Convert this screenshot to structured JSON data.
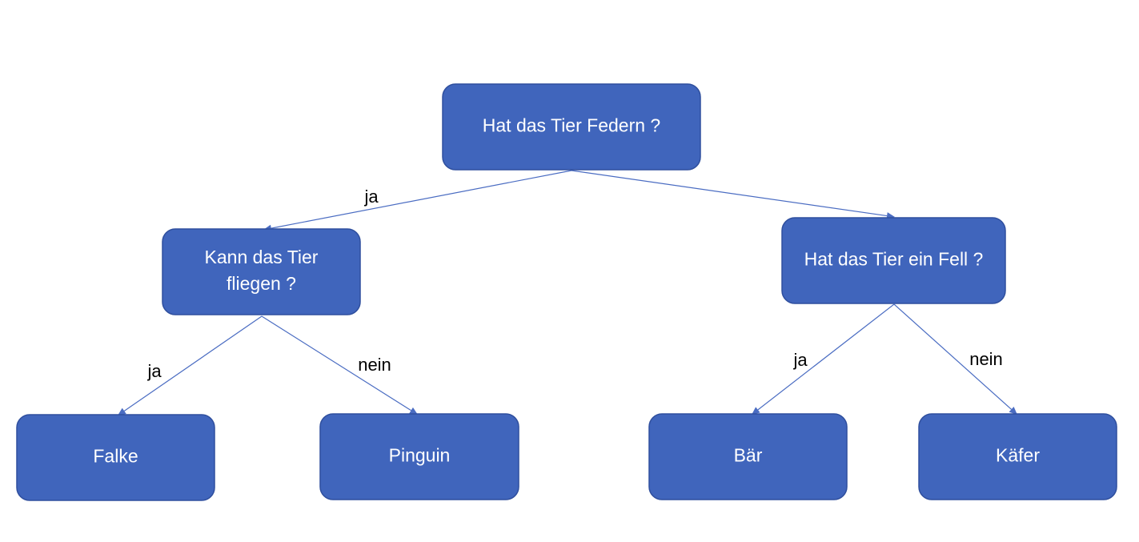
{
  "diagram": {
    "colors": {
      "node_fill": "#4065bc",
      "node_border": "#2f4f9e",
      "node_text": "#ffffff",
      "edge": "#4a6cc2",
      "edge_label": "#000000",
      "background": "#ffffff"
    },
    "nodes": {
      "root": {
        "lines": [
          "Hat das Tier Federn ?"
        ]
      },
      "q_fly": {
        "lines": [
          "Kann das Tier",
          "fliegen ?"
        ]
      },
      "q_fur": {
        "lines": [
          "Hat das Tier ein Fell ?"
        ]
      },
      "leaf_falke": {
        "lines": [
          "Falke"
        ]
      },
      "leaf_pinguin": {
        "lines": [
          "Pinguin"
        ]
      },
      "leaf_baer": {
        "lines": [
          "Bär"
        ]
      },
      "leaf_kaefer": {
        "lines": [
          "Käfer"
        ]
      }
    },
    "edges": [
      {
        "from": "root",
        "to": "q_fly",
        "label": "ja"
      },
      {
        "from": "root",
        "to": "q_fur",
        "label": ""
      },
      {
        "from": "q_fly",
        "to": "leaf_falke",
        "label": "ja"
      },
      {
        "from": "q_fly",
        "to": "leaf_pinguin",
        "label": "nein"
      },
      {
        "from": "q_fur",
        "to": "leaf_baer",
        "label": "ja"
      },
      {
        "from": "q_fur",
        "to": "leaf_kaefer",
        "label": "nein"
      }
    ]
  }
}
